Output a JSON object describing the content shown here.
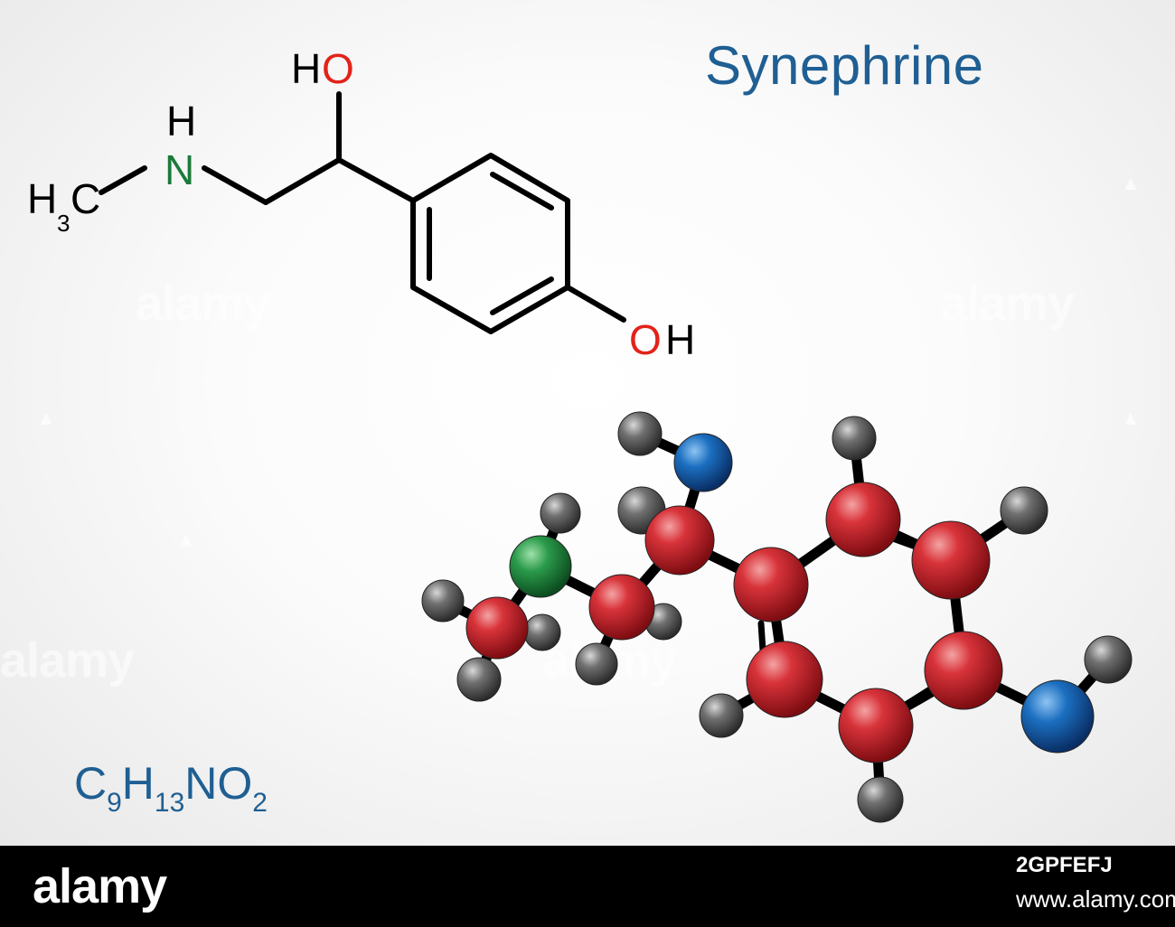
{
  "title": "Synephrine",
  "formula": {
    "c": "C",
    "c_n": "9",
    "h": "H",
    "h_n": "13",
    "rest": "NO",
    "o_n": "2"
  },
  "structure_labels": {
    "ho_top_h": "H",
    "ho_top_o": "O",
    "nh_h": "H",
    "n": "N",
    "h3c_h": "H",
    "h3c_3": "3",
    "h3c_c": "C",
    "oh_o": "O",
    "oh_h": "H"
  },
  "colors": {
    "title": "#1f5f93",
    "oxygen_label": "#e2231a",
    "nitrogen_label": "#1b7a3a",
    "carbon_atom": "#c8202a",
    "hydrogen_atom": "#555555",
    "nitrogen_atom": "#2a9a4a",
    "oxygen_atom": "#1560b0"
  },
  "watermark": "alamy",
  "footer": {
    "brand": "alamy",
    "image_id": "2GPFEFJ",
    "site": "www.alamy.com"
  }
}
